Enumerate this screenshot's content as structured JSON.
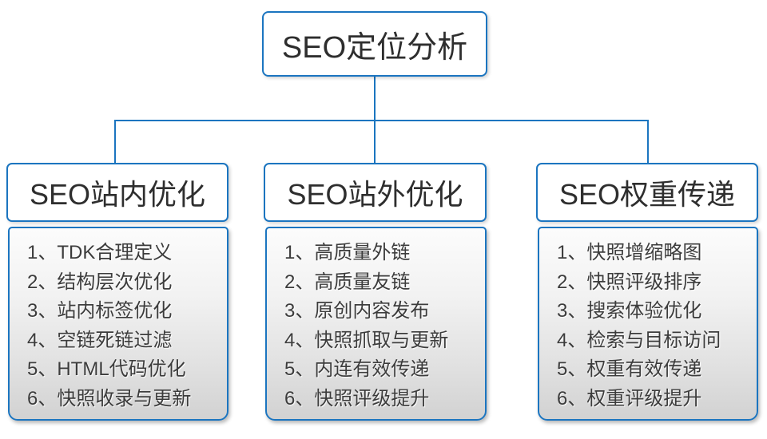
{
  "root_title": "SEO定位分析",
  "columns": [
    {
      "title": "SEO站内优化",
      "items": [
        "1、TDK合理定义",
        "2、结构层次优化",
        "3、站内标签优化",
        "4、空链死链过滤",
        "5、HTML代码优化",
        "6、快照收录与更新"
      ]
    },
    {
      "title": "SEO站外优化",
      "items": [
        "1、高质量外链",
        "2、高质量友链",
        "3、原创内容发布",
        "4、快照抓取与更新",
        "5、内连有效传递",
        "6、快照评级提升"
      ]
    },
    {
      "title": "SEO权重传递",
      "items": [
        "1、快照增缩略图",
        "2、快照评级排序",
        "3、搜索体验优化",
        "4、检索与目标访问",
        "5、权重有效传递",
        "6、权重评级提升"
      ]
    }
  ],
  "colors": {
    "line_blue": "#1b75c0",
    "box_border": "#1b75c0",
    "box_fill": "#ffffff",
    "list_gradient_top": "#fcfcfc",
    "list_gradient_bottom": "#d2d2d2",
    "text_dark": "#3c3c3c"
  }
}
